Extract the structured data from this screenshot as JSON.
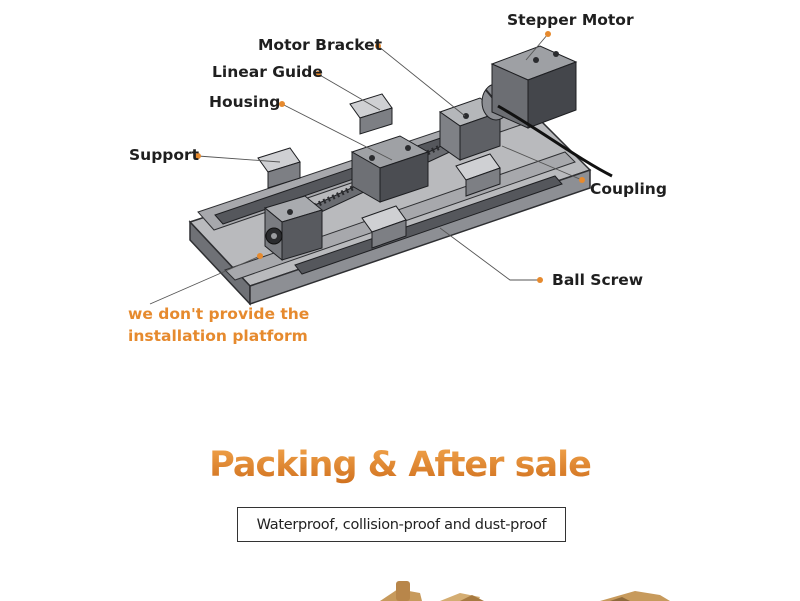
{
  "labels": {
    "stepper_motor": "Stepper Motor",
    "motor_bracket": "Motor Bracket",
    "linear_guide": "Linear Guide",
    "housing": "Housing",
    "support": "Support",
    "coupling": "Coupling",
    "ball_screw": "Ball Screw"
  },
  "note": {
    "line1": "we don't provide the",
    "line2": "installation platform"
  },
  "section": {
    "heading": "Packing & After sale",
    "subheading": "Waterproof, collision-proof and dust-proof"
  },
  "colors": {
    "accent": "#e68a2e",
    "machine_light": "#c4c5c8",
    "machine_mid": "#8e9094",
    "machine_dark": "#3e4044",
    "packaging": "#c79a5c"
  }
}
